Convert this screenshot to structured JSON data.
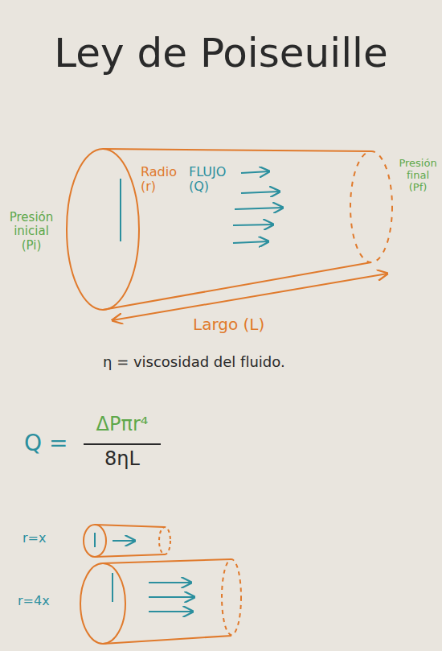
{
  "diagram": {
    "title": "Ley de Poiseuille",
    "nodes": [
      {
        "text": [
          "Radio (r)",
          "FLUJO (Q)"
        ]
      }
    ],
    "labels": [
      "Presión inicial (Pi)",
      "Presión final (Pf)",
      "Largo (L)",
      "η = viscosidad del fluido.",
      "Q =",
      "ΔPπr⁴",
      "8ηL",
      "r=x",
      "r=4x"
    ]
  }
}
